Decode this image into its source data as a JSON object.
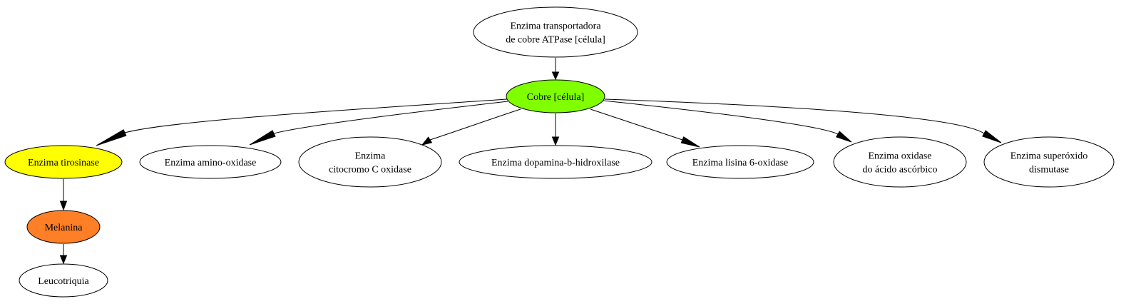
{
  "nodes": [
    {
      "id": "atpase",
      "lines": [
        "Enzima transportadora",
        "de cobre ATPase [célula]"
      ],
      "fill": "#ffffff"
    },
    {
      "id": "cobre",
      "lines": [
        "Cobre [célula]"
      ],
      "fill": "#7fff00"
    },
    {
      "id": "tirosinase",
      "lines": [
        "Enzima tirosinase"
      ],
      "fill": "#ffff00"
    },
    {
      "id": "amino",
      "lines": [
        "Enzima amino-oxidase"
      ],
      "fill": "#ffffff"
    },
    {
      "id": "citocromo",
      "lines": [
        "Enzima",
        "citocromo C oxidase"
      ],
      "fill": "#ffffff"
    },
    {
      "id": "dopamina",
      "lines": [
        "Enzima dopamina-b-hidroxilase"
      ],
      "fill": "#ffffff"
    },
    {
      "id": "lisina",
      "lines": [
        "Enzima lisina 6-oxidase"
      ],
      "fill": "#ffffff"
    },
    {
      "id": "ascorbico",
      "lines": [
        "Enzima oxidase",
        "do ácido ascórbico"
      ],
      "fill": "#ffffff"
    },
    {
      "id": "superoxido",
      "lines": [
        "Enzima superóxido",
        "dismutase"
      ],
      "fill": "#ffffff"
    },
    {
      "id": "melanina",
      "lines": [
        "Melanina"
      ],
      "fill": "#ff7f27"
    },
    {
      "id": "leucotriquia",
      "lines": [
        "Leucotriquia"
      ],
      "fill": "#ffffff"
    }
  ],
  "edges": [
    {
      "from": "atpase",
      "to": "cobre"
    },
    {
      "from": "cobre",
      "to": "tirosinase"
    },
    {
      "from": "cobre",
      "to": "amino"
    },
    {
      "from": "cobre",
      "to": "citocromo"
    },
    {
      "from": "cobre",
      "to": "dopamina"
    },
    {
      "from": "cobre",
      "to": "lisina"
    },
    {
      "from": "cobre",
      "to": "ascorbico"
    },
    {
      "from": "cobre",
      "to": "superoxido"
    },
    {
      "from": "tirosinase",
      "to": "melanina"
    },
    {
      "from": "melanina",
      "to": "leucotriquia"
    }
  ]
}
